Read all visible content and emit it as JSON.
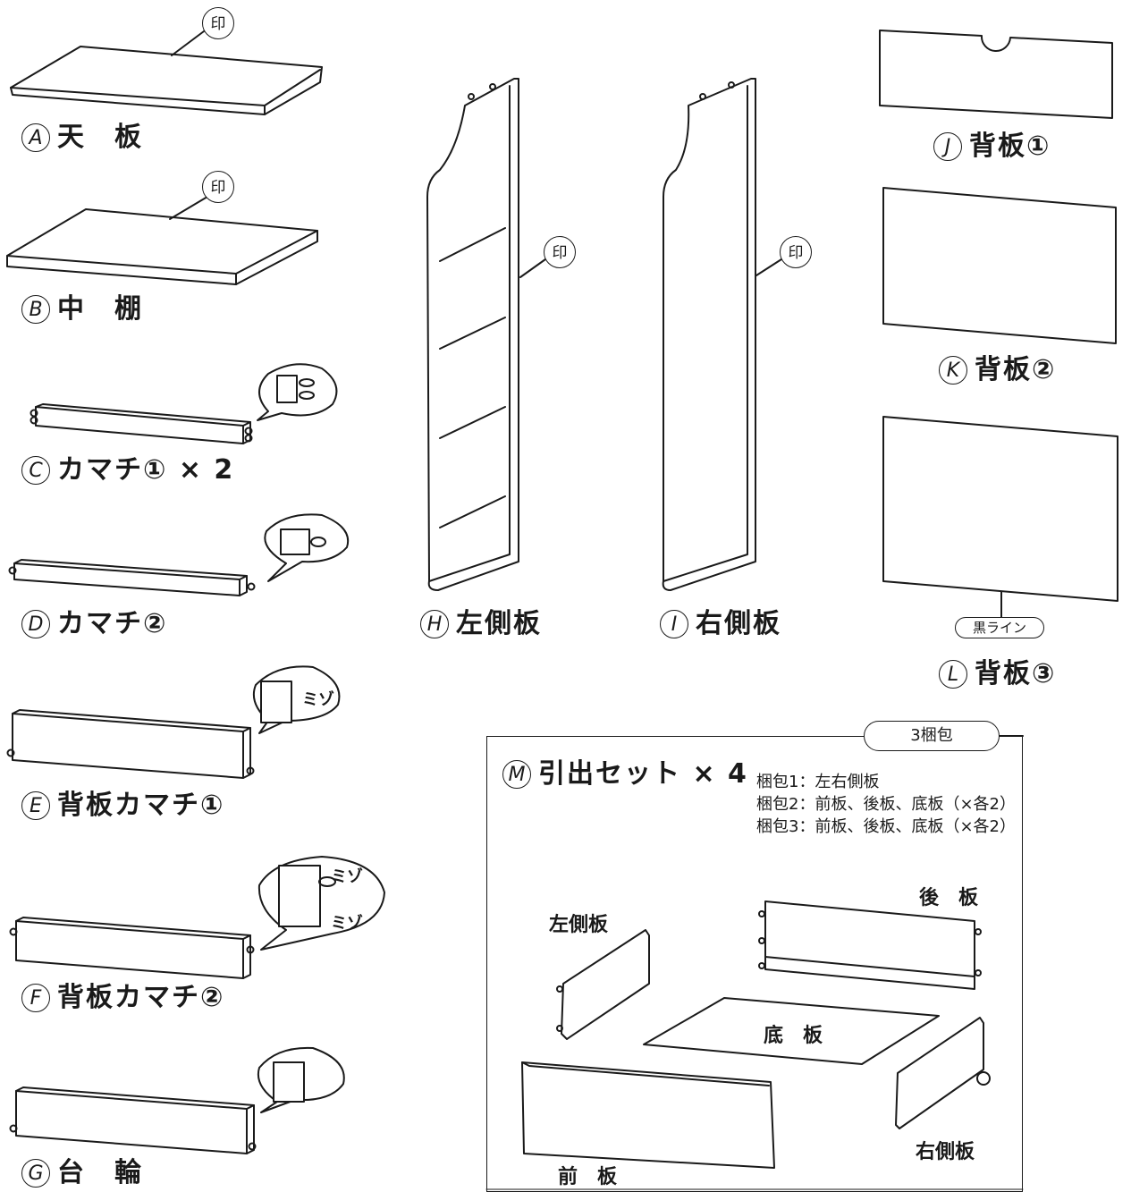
{
  "stamp": "印",
  "parts": [
    {
      "letter": "A",
      "name": "天　板"
    },
    {
      "letter": "B",
      "name": "中　棚"
    },
    {
      "letter": "C",
      "name": "カマチ① × 2"
    },
    {
      "letter": "D",
      "name": "カマチ②"
    },
    {
      "letter": "E",
      "name": "背板カマチ①"
    },
    {
      "letter": "F",
      "name": "背板カマチ②"
    },
    {
      "letter": "G",
      "name": "台　輪"
    },
    {
      "letter": "H",
      "name": "左側板"
    },
    {
      "letter": "I",
      "name": "右側板"
    },
    {
      "letter": "J",
      "name": "背板①"
    },
    {
      "letter": "K",
      "name": "背板②"
    },
    {
      "letter": "L",
      "name": "背板③"
    },
    {
      "letter": "M",
      "name": "引出セット × 4"
    }
  ],
  "callouts": {
    "groove": "ミゾ",
    "black_line": "黒ライン"
  },
  "drawer_set": {
    "package_badge": "3梱包",
    "notes": [
      "梱包1：左右側板",
      "梱包2：前板、後板、底板（×各2）",
      "梱包3：前板、後板、底板（×各2）"
    ],
    "components": {
      "left_side": "左側板",
      "back": "後　板",
      "bottom": "底　板",
      "right_side": "右側板",
      "front": "前　板"
    }
  }
}
